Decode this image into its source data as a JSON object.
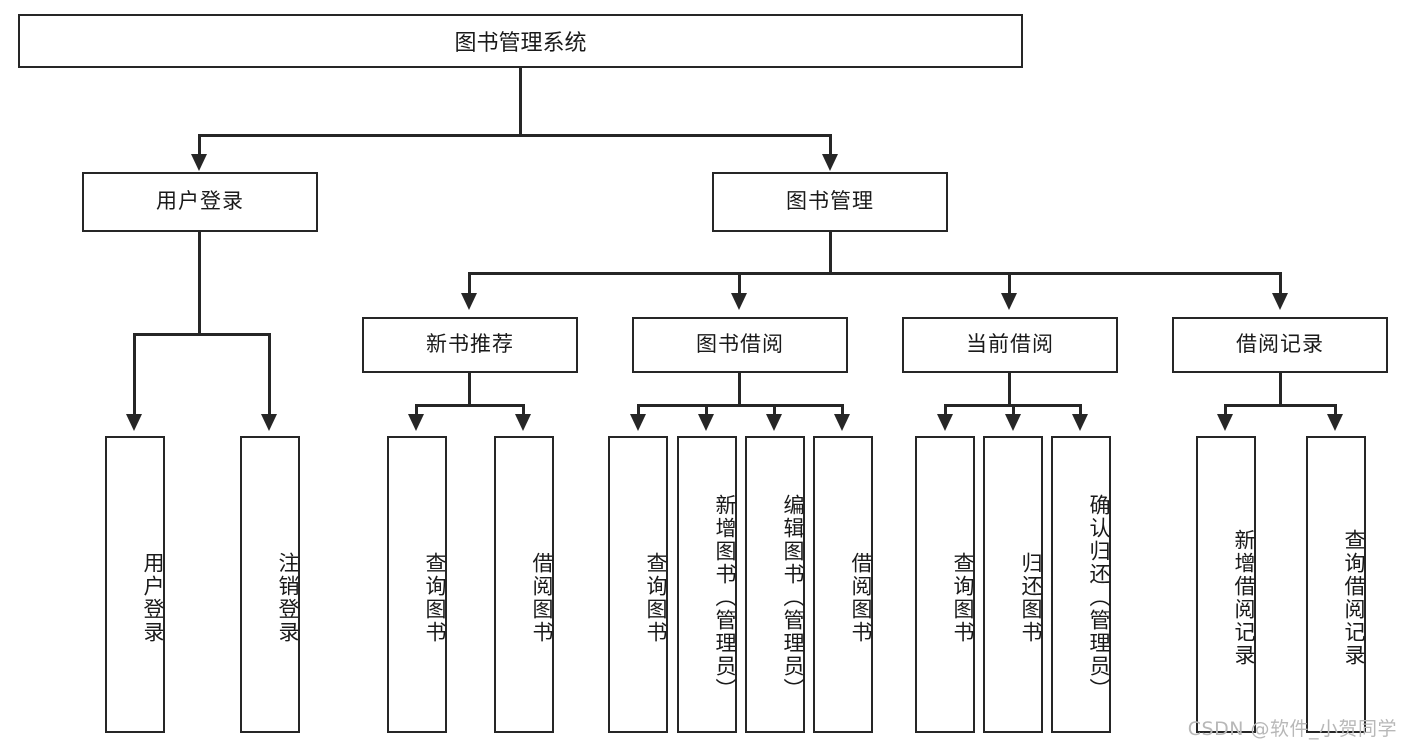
{
  "diagram": {
    "title": "图书管理系统",
    "type": "hierarchy-tree",
    "root": {
      "label": "图书管理系统"
    },
    "level2": [
      {
        "label": "用户登录"
      },
      {
        "label": "图书管理"
      }
    ],
    "level3": [
      {
        "label": "新书推荐"
      },
      {
        "label": "图书借阅"
      },
      {
        "label": "当前借阅"
      },
      {
        "label": "借阅记录"
      }
    ],
    "leaves": {
      "user_login": [
        {
          "label": "用户登录"
        },
        {
          "label": "注销登录"
        }
      ],
      "new_book_recommend": [
        {
          "label": "查询图书"
        },
        {
          "label": "借阅图书"
        }
      ],
      "book_borrow": [
        {
          "label": "查询图书"
        },
        {
          "label": "新增图书（管理员）"
        },
        {
          "label": "编辑图书（管理员）"
        },
        {
          "label": "借阅图书"
        }
      ],
      "current_borrow": [
        {
          "label": "查询图书"
        },
        {
          "label": "归还图书"
        },
        {
          "label": "确认归还（管理员）"
        }
      ],
      "borrow_record": [
        {
          "label": "新增借阅记录"
        },
        {
          "label": "查询借阅记录"
        }
      ]
    }
  },
  "watermark": {
    "text": "CSDN @软件_小贺同学"
  },
  "colors": {
    "stroke": "#262626",
    "background": "#ffffff",
    "text": "#1a1a1a",
    "watermark": "#b8b8b8"
  }
}
